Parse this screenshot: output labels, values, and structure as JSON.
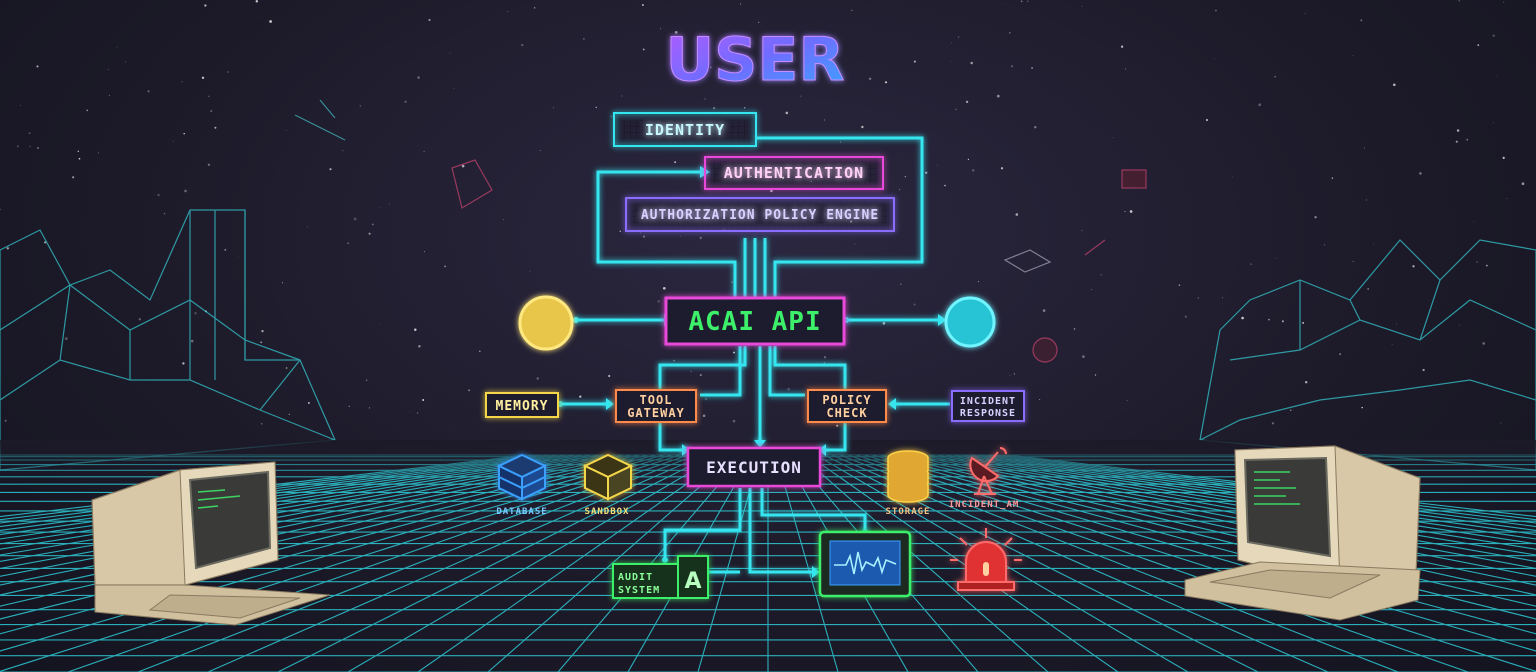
{
  "title": "USER",
  "nodes": {
    "identity": "IDENTITY",
    "authentication": "AUTHENTICATION",
    "authorization": "AUTHORIZATION POLICY ENGINE",
    "api": "ACAI API",
    "memory": "MEMORY",
    "tool_gateway_1": "TOOL",
    "tool_gateway_2": "GATEWAY",
    "policy_check_1": "POLICY",
    "policy_check_2": "CHECK",
    "incident_1": "INCIDENT",
    "incident_2": "RESPONSE",
    "execution": "EXECUTION",
    "audit_1": "AUDIT",
    "audit_2": "SYSTEM",
    "audit_badge": "A"
  },
  "icons": {
    "database": "DATABASE",
    "sandbox": "SANDBOX",
    "storage": "STORAGE",
    "alarm": "INCIDENT_AM"
  },
  "colors": {
    "cyan": "#34e6f0",
    "magenta": "#e84ad8",
    "purple": "#8a6cff",
    "green": "#3df06a",
    "yellow": "#f4d64a",
    "orange": "#ff8a4a",
    "red": "#ff4a4a",
    "blue": "#3aa0ff",
    "grid": "#2fd6e0"
  }
}
